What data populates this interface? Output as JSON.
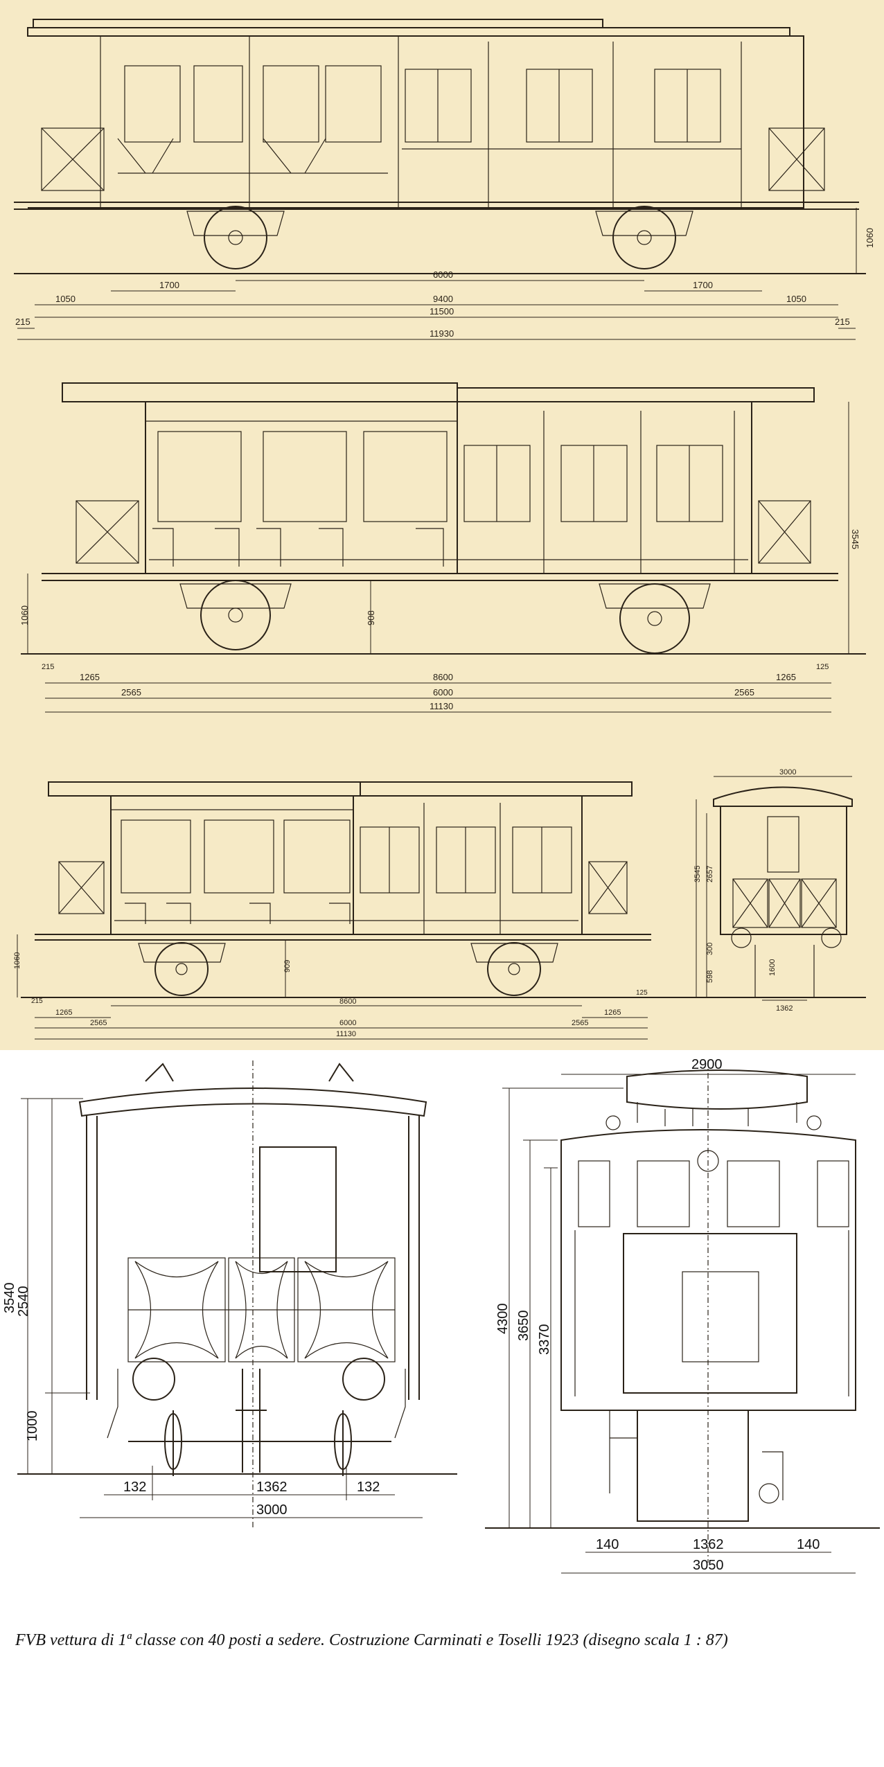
{
  "panel1": {
    "dims": {
      "d215a": "215",
      "d1050a": "1050",
      "d1700a": "1700",
      "d6000": "6000",
      "d1700b": "1700",
      "d9400": "9400",
      "d1050b": "1050",
      "d11500": "11500",
      "d215b": "215",
      "d11930": "11930",
      "d1060": "1060"
    }
  },
  "panel2": {
    "dims": {
      "d3545": "3545",
      "d1060": "1060",
      "d908": "908",
      "d215": "215",
      "d1265a": "1265",
      "d8600": "8600",
      "d1265b": "1265",
      "d2565a": "2565",
      "d6000": "6000",
      "d2565b": "2565",
      "d11130": "11130",
      "d125": "125"
    }
  },
  "panel3": {
    "dims": {
      "d1060": "1060",
      "d909": "909",
      "d215": "215",
      "d1265a": "1265",
      "d2565a": "2565",
      "d8600": "8600",
      "d1265b": "1265",
      "d6000": "6000",
      "d2565b": "2565",
      "d11130": "11130",
      "d125": "125",
      "d3000": "3000",
      "d3545": "3545",
      "d2657": "2657",
      "d300": "300",
      "d598": "598",
      "d1362": "1362",
      "d1600": "1600"
    }
  },
  "panel4": {
    "left": {
      "d2540": "2540",
      "d3540": "3540",
      "d1000": "1000",
      "d132a": "132",
      "d1362": "1362",
      "d132b": "132",
      "d3000": "3000"
    },
    "right": {
      "d2900": "2900",
      "d4300": "4300",
      "d3650": "3650",
      "d3370": "3370",
      "d140a": "140",
      "d1362": "1362",
      "d140b": "140",
      "d3050": "3050"
    }
  },
  "caption": {
    "text": "FVB vettura di 1ª classe con 40 posti a sedere. Costruzione Carminati e Toselli 1923 (disegno scala 1 : 87)"
  }
}
